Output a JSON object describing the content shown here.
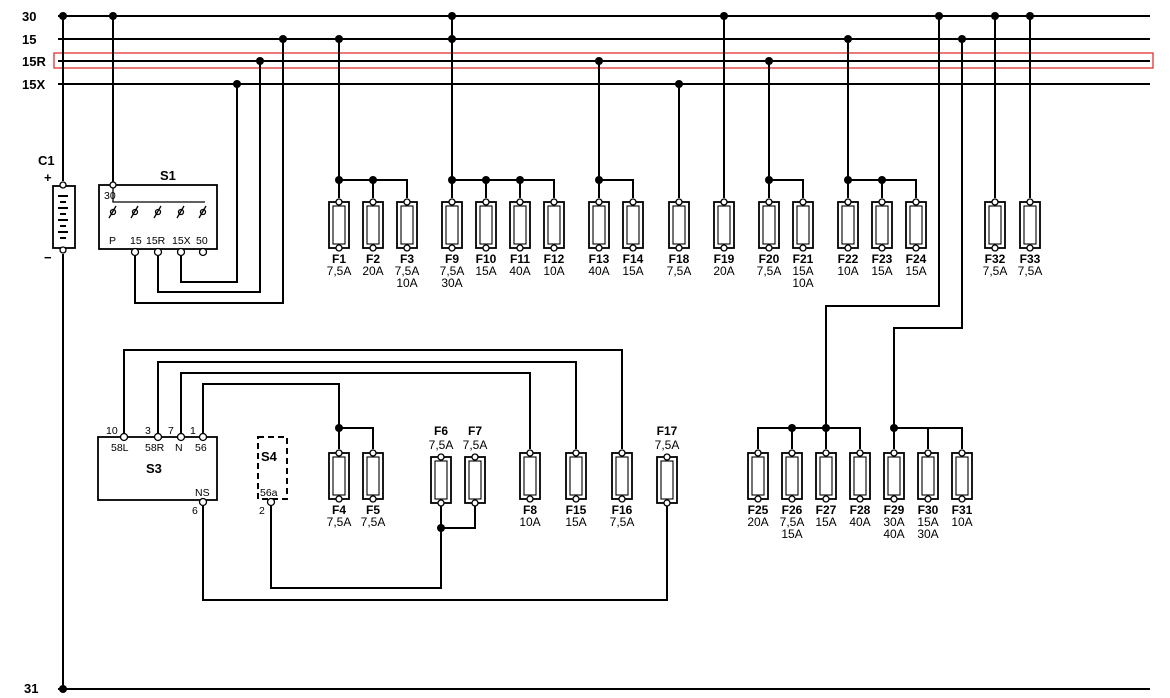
{
  "buses": [
    {
      "id": "30",
      "label": "30"
    },
    {
      "id": "15",
      "label": "15"
    },
    {
      "id": "15R",
      "label": "15R",
      "highlighted": true
    },
    {
      "id": "15X",
      "label": "15X"
    },
    {
      "id": "31",
      "label": "31"
    }
  ],
  "battery": {
    "label": "C1",
    "plus": "+",
    "minus": "−"
  },
  "s1": {
    "label": "S1",
    "top_pin": "30",
    "pins": [
      "P",
      "15",
      "15R",
      "15X",
      "50"
    ]
  },
  "s3": {
    "label": "S3",
    "pin_numbers": [
      "10",
      "3",
      "7",
      "1"
    ],
    "pin_names": [
      "58L",
      "58R",
      "N",
      "56"
    ],
    "ns": "NS",
    "ns_num": "6"
  },
  "s4": {
    "label": "S4",
    "pin": "56a",
    "num": "2"
  },
  "fuses": [
    {
      "id": "F1",
      "ratings": [
        "7,5A"
      ]
    },
    {
      "id": "F2",
      "ratings": [
        "20A"
      ]
    },
    {
      "id": "F3",
      "ratings": [
        "7,5A",
        "10A"
      ]
    },
    {
      "id": "F9",
      "ratings": [
        "7,5A",
        "30A"
      ]
    },
    {
      "id": "F10",
      "ratings": [
        "15A"
      ]
    },
    {
      "id": "F11",
      "ratings": [
        "40A"
      ]
    },
    {
      "id": "F12",
      "ratings": [
        "10A"
      ]
    },
    {
      "id": "F13",
      "ratings": [
        "40A"
      ]
    },
    {
      "id": "F14",
      "ratings": [
        "15A"
      ]
    },
    {
      "id": "F18",
      "ratings": [
        "7,5A"
      ]
    },
    {
      "id": "F19",
      "ratings": [
        "20A"
      ]
    },
    {
      "id": "F20",
      "ratings": [
        "7,5A"
      ]
    },
    {
      "id": "F21",
      "ratings": [
        "15A",
        "10A"
      ]
    },
    {
      "id": "F22",
      "ratings": [
        "10A"
      ]
    },
    {
      "id": "F23",
      "ratings": [
        "15A"
      ]
    },
    {
      "id": "F24",
      "ratings": [
        "15A"
      ]
    },
    {
      "id": "F32",
      "ratings": [
        "7,5A"
      ]
    },
    {
      "id": "F33",
      "ratings": [
        "7,5A"
      ]
    },
    {
      "id": "F4",
      "ratings": [
        "7,5A"
      ]
    },
    {
      "id": "F5",
      "ratings": [
        "7,5A"
      ]
    },
    {
      "id": "F6",
      "ratings": [
        "7,5A"
      ]
    },
    {
      "id": "F7",
      "ratings": [
        "7,5A"
      ]
    },
    {
      "id": "F8",
      "ratings": [
        "10A"
      ]
    },
    {
      "id": "F15",
      "ratings": [
        "15A"
      ]
    },
    {
      "id": "F16",
      "ratings": [
        "7,5A"
      ]
    },
    {
      "id": "F17",
      "ratings": [
        "7,5A"
      ]
    },
    {
      "id": "F25",
      "ratings": [
        "20A"
      ]
    },
    {
      "id": "F26",
      "ratings": [
        "7,5A",
        "15A"
      ]
    },
    {
      "id": "F27",
      "ratings": [
        "15A"
      ]
    },
    {
      "id": "F28",
      "ratings": [
        "40A"
      ]
    },
    {
      "id": "F29",
      "ratings": [
        "30A",
        "40A"
      ]
    },
    {
      "id": "F30",
      "ratings": [
        "15A",
        "30A"
      ]
    },
    {
      "id": "F31",
      "ratings": [
        "10A"
      ]
    }
  ]
}
